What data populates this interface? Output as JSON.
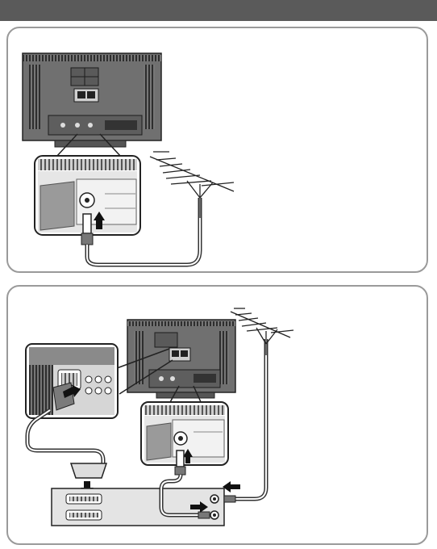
{
  "header": {
    "title": ""
  },
  "colors": {
    "header_bar": "#5a5a5a",
    "panel_border": "#9a9a9a",
    "tv_body": "#6e6e6e",
    "tv_dark": "#2a2a2a",
    "detail_light": "#d9d9d9",
    "cable": "#555555"
  },
  "diagrams": [
    {
      "id": "aerial-to-tv",
      "components": [
        "tv-rear-panel",
        "aerial-socket-closeup",
        "rooftop-antenna",
        "coaxial-cable"
      ]
    },
    {
      "id": "aerial-via-vcr-to-tv",
      "components": [
        "tv-rear-panel",
        "scart-socket-closeup",
        "aerial-socket-closeup",
        "rooftop-antenna",
        "vcr",
        "scart-cable",
        "coaxial-cable"
      ]
    }
  ]
}
